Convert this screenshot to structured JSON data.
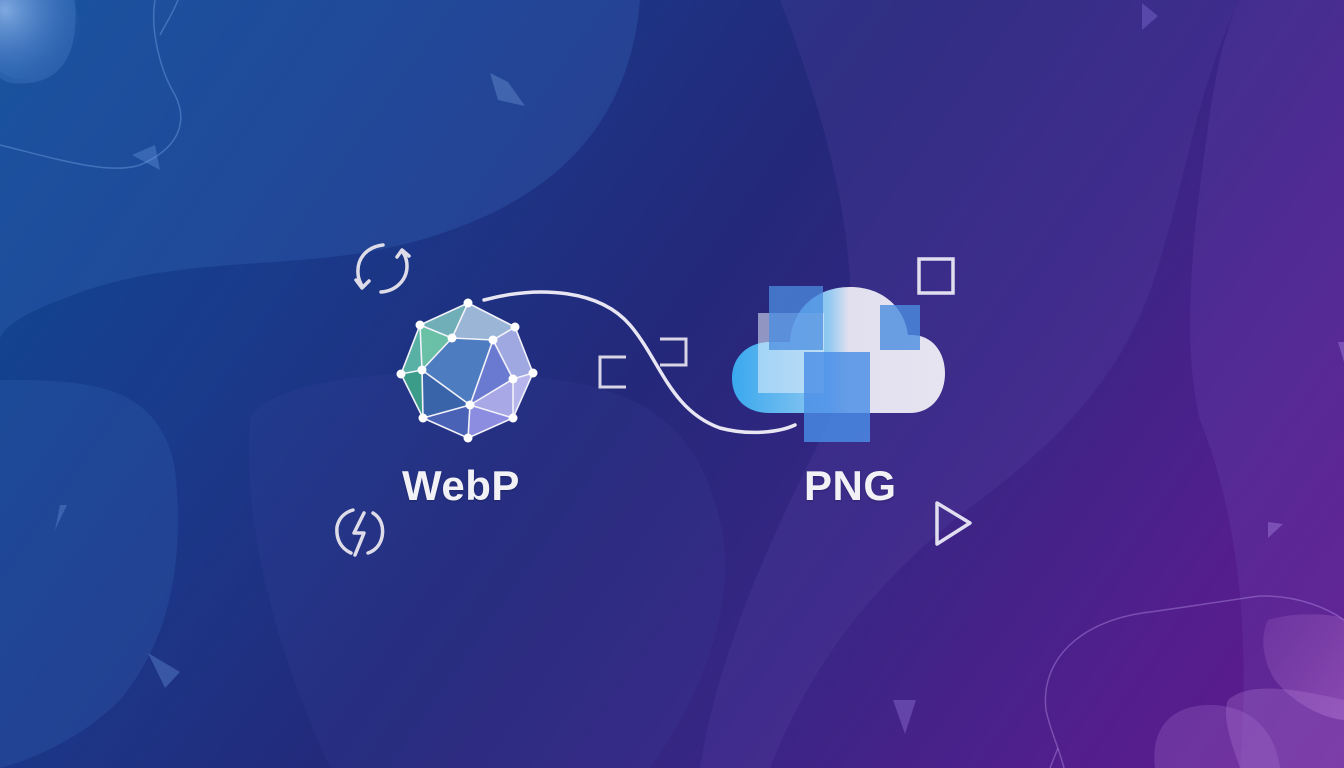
{
  "scene": {
    "description": "WebP to PNG conversion illustration",
    "source_format": {
      "label": "WebP",
      "icon": "polyhedron-mesh-icon"
    },
    "target_format": {
      "label": "PNG",
      "icon": "cloud-with-squares-icon"
    },
    "connector": "curved-arrow-line",
    "decorations": [
      {
        "icon": "refresh-cycle-icon",
        "position": "top-left of WebP"
      },
      {
        "icon": "lightning-circle-icon",
        "position": "bottom-left of WebP"
      },
      {
        "icon": "bracket-corners-icon",
        "position": "between WebP and PNG"
      },
      {
        "icon": "square-outline-icon",
        "position": "top-right of PNG"
      },
      {
        "icon": "play-triangle-icon",
        "position": "bottom-right of PNG"
      }
    ]
  },
  "colors": {
    "bg_start": "#0d4a94",
    "bg_mid": "#24287a",
    "bg_end": "#62178c",
    "icon_stroke": "#e6e3ee",
    "text": "#f1f1f6",
    "cloud_white": "#e4e2ef",
    "cloud_blue": "#3fa6ea",
    "square_blue": "#4a8ee6",
    "mesh_green": "#56c3a0",
    "mesh_purple": "#a9a8e3"
  }
}
